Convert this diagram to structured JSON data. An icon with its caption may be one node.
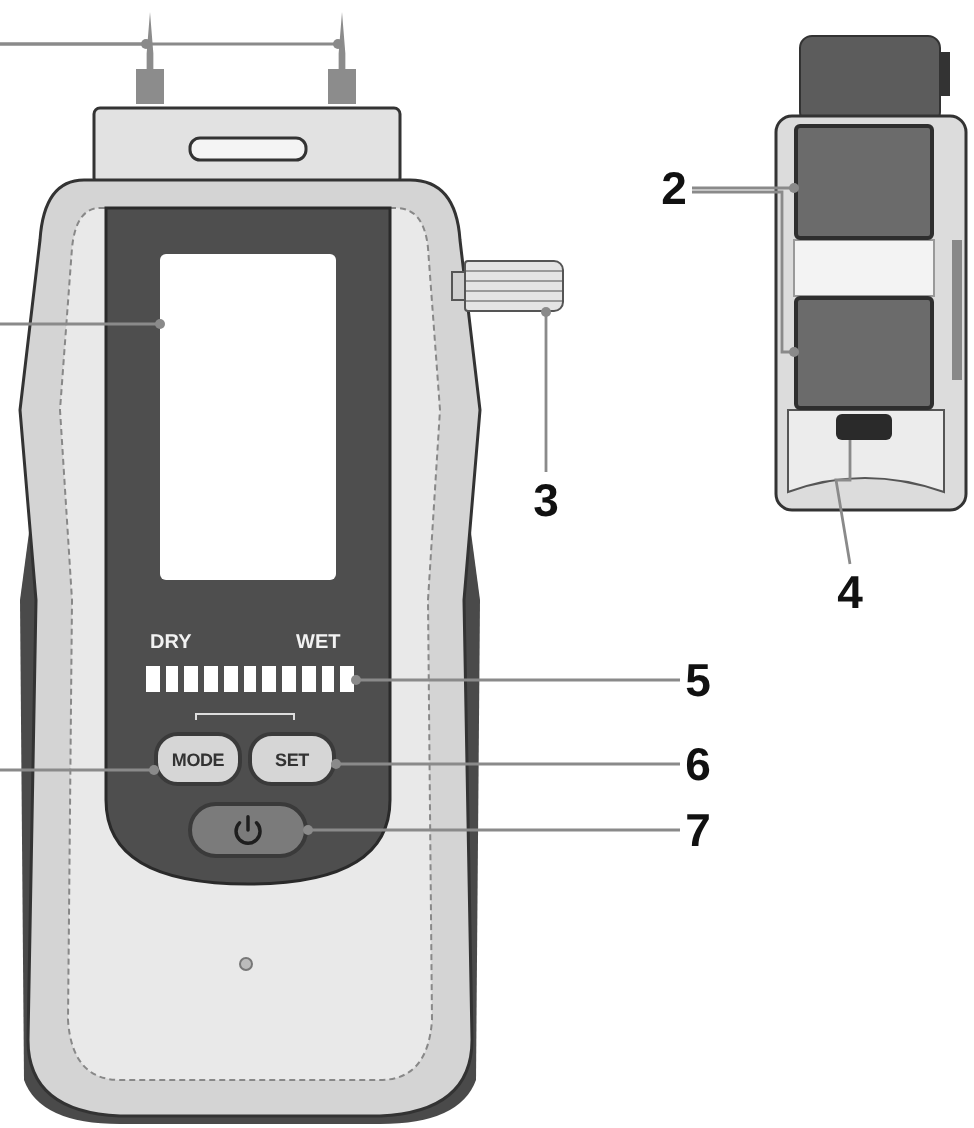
{
  "diagram": {
    "nodes": [
      {
        "text": [],
        "shape": "bar"
      },
      {
        "text": [],
        "shape": "bar"
      },
      {
        "text": [],
        "shape": "box"
      },
      {
        "text": [
          "2"
        ]
      },
      {
        "text": [],
        "shape": "box"
      },
      {
        "text": [],
        "shape": "box"
      },
      {
        "text": [],
        "shape": "picture"
      },
      {
        "text": [
          "3"
        ]
      },
      {
        "text": [],
        "shape": "box"
      },
      {
        "text": [
          "4"
        ]
      },
      {
        "text": [],
        "shape": "bar"
      },
      {
        "text": [
          "5"
        ]
      },
      {
        "text": [
          "MODE"
        ]
      },
      {
        "text": [
          "SET"
        ]
      },
      {
        "text": [
          "6"
        ]
      },
      {
        "text": [],
        "shape": "box"
      },
      {
        "text": [
          "7"
        ]
      }
    ],
    "edges": [
      {
        "from": null,
        "to": 0,
        "arrow": "other"
      },
      {
        "from": null,
        "to": 1,
        "arrow": "other"
      },
      {
        "from": null,
        "to": 2,
        "arrow": "other"
      },
      {
        "from": 3,
        "to": 4,
        "arrow": "other"
      },
      {
        "from": 3,
        "to": 5,
        "arrow": "other"
      },
      {
        "from": 7,
        "to": 6,
        "arrow": "other"
      },
      {
        "from": 9,
        "to": 8,
        "arrow": "none"
      },
      {
        "from": 11,
        "to": 10,
        "arrow": "other"
      },
      {
        "from": null,
        "to": 12,
        "arrow": "other"
      },
      {
        "from": 14,
        "to": 13,
        "arrow": "other"
      },
      {
        "from": 16,
        "to": 15,
        "arrow": "other"
      }
    ],
    "labels": [
      "DRY",
      "WET"
    ]
  }
}
